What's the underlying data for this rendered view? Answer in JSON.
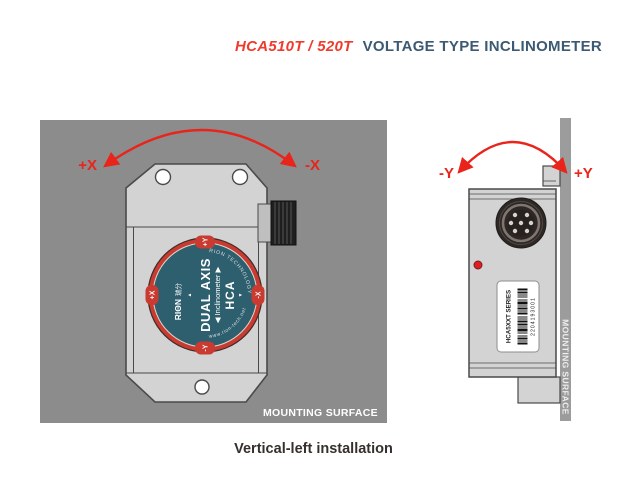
{
  "header": {
    "model": "HCA510T / 520T",
    "product": "VOLTAGE TYPE INCLINOMETER"
  },
  "caption": "Vertical-left installation",
  "colors": {
    "accent_red": "#e8241b",
    "title_red": "#f03a2c",
    "title_blue": "#3c5a74",
    "panel_gray": "#8c8c8c",
    "bar_gray": "#9c9c9c",
    "device_gray": "#d3d3d3",
    "label_teal": "#2d5f6e",
    "label_red": "#c93a31"
  },
  "front_view": {
    "axis_positive": "+X",
    "axis_negative": "-X",
    "mounting_surface": "MOUNTING SURFACE",
    "disc_label": {
      "brand_latin": "RIΘN",
      "brand_cjk": "瑞分",
      "title": "DUAL AXIS",
      "subtitle": "◀ Inclinometer ▶",
      "model": "HCA",
      "arc_top": "RION TECHNOLOGY",
      "arc_bottom": "www.rion-tech.net",
      "tab_top": "+Y",
      "tab_bottom": "-Y",
      "tab_left": "+X",
      "tab_right": "-X",
      "tri_up": "▲",
      "tri_down": "▼"
    }
  },
  "side_view": {
    "axis_negative": "-Y",
    "axis_positive": "+Y",
    "mounting_surface": "MOUNTING SURFACE",
    "name_plate": {
      "series": "HCA5XXT SERIES",
      "serial": "2204193001"
    }
  }
}
